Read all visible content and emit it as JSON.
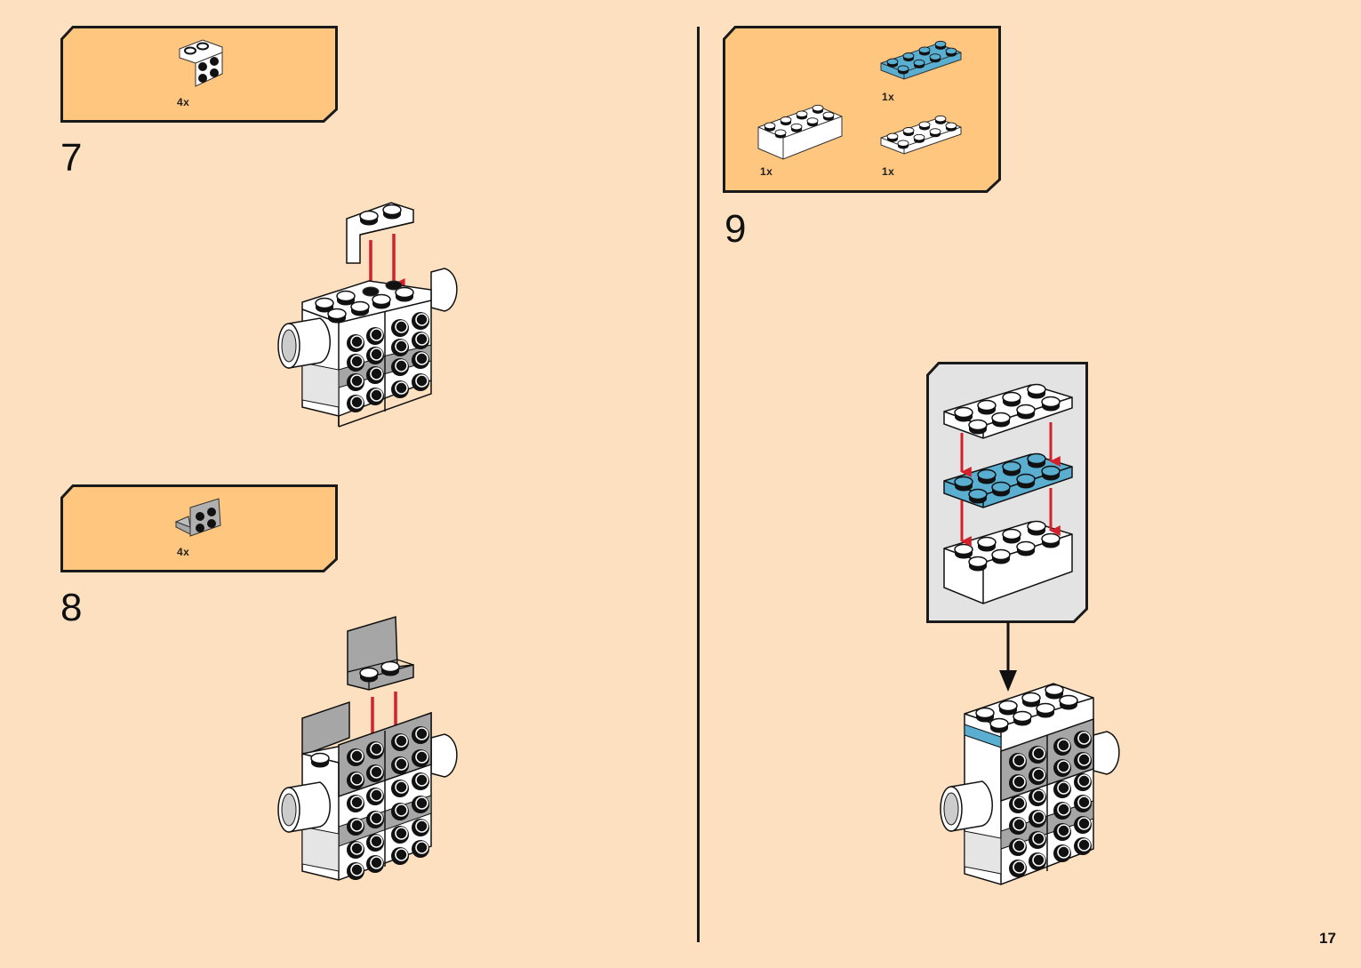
{
  "page": {
    "number": "17"
  },
  "colors": {
    "background": "#fde0bf",
    "parts_box": "#fec67f",
    "callout_box": "#e3e3e3",
    "arrow_red": "#d4202a",
    "brick_blue": "#5aaed0",
    "brick_gray": "#a6a6a6",
    "brick_white": "#ffffff"
  },
  "steps": [
    {
      "number": "7",
      "parts": [
        {
          "name": "white angle bracket 1x2-2x2",
          "qty": "4x"
        }
      ]
    },
    {
      "number": "8",
      "parts": [
        {
          "name": "gray angle bracket 1x2-2x2",
          "qty": "4x"
        }
      ]
    },
    {
      "number": "9",
      "parts": [
        {
          "name": "blue plate 2x4",
          "qty": "1x"
        },
        {
          "name": "white brick 2x4",
          "qty": "1x"
        },
        {
          "name": "white plate 2x4",
          "qty": "1x"
        }
      ],
      "callout": {
        "description": "sub-assembly: white plate onto blue plate onto white brick"
      }
    }
  ]
}
